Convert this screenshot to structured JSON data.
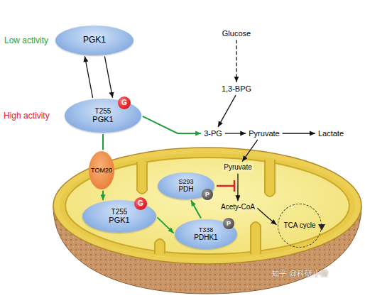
{
  "diagram": {
    "nodes": [
      {
        "text": [
          "PGK1"
        ]
      },
      {
        "text": [
          "T255",
          "PGK1"
        ]
      },
      {
        "text": [
          "G"
        ],
        "in": 1
      },
      {
        "text": [
          "Glucose"
        ]
      },
      {
        "text": [
          "1,3-BPG"
        ]
      },
      {
        "text": [
          "3-PG"
        ]
      },
      {
        "text": [
          "Pyruvate"
        ]
      },
      {
        "text": [
          "Lactate"
        ]
      },
      {
        "text": [
          "TOM20"
        ]
      },
      {
        "text": [
          "S293",
          "PDH"
        ]
      },
      {
        "text": [
          "P"
        ],
        "in": 9
      },
      {
        "text": [
          "Pyruvate"
        ]
      },
      {
        "text": [
          "Acety-CoA"
        ]
      },
      {
        "text": [
          "T255",
          "PGK1"
        ]
      },
      {
        "text": [
          "G"
        ],
        "in": 13
      },
      {
        "text": [
          "T338",
          "PDHK1"
        ]
      },
      {
        "text": [
          "P"
        ],
        "in": 15
      },
      {
        "text": [
          "TCA cycle"
        ]
      }
    ],
    "edges": [
      {
        "from": 1,
        "to": 0,
        "arrow": "to"
      },
      {
        "from": 0,
        "to": 1,
        "arrow": "to"
      },
      {
        "from": 3,
        "to": 4,
        "arrow": "to"
      },
      {
        "from": 4,
        "to": 5,
        "arrow": "to"
      },
      {
        "from": 1,
        "to": 5,
        "arrow": "to"
      },
      {
        "from": 5,
        "to": 6,
        "arrow": "to"
      },
      {
        "from": 6,
        "to": 7,
        "arrow": "to"
      },
      {
        "from": 6,
        "to": 11,
        "arrow": "to"
      },
      {
        "from": 11,
        "to": 12,
        "arrow": "to"
      },
      {
        "from": 12,
        "to": 17,
        "arrow": "to"
      },
      {
        "from": 1,
        "to": 8,
        "arrow": "none"
      },
      {
        "from": 8,
        "to": 13,
        "arrow": "to"
      },
      {
        "from": 13,
        "to": 15,
        "arrow": "to"
      },
      {
        "from": 15,
        "to": 9,
        "arrow": "to"
      }
    ],
    "labels": [
      "Low activity",
      "High activity",
      "知乎 @科研小僧"
    ]
  }
}
